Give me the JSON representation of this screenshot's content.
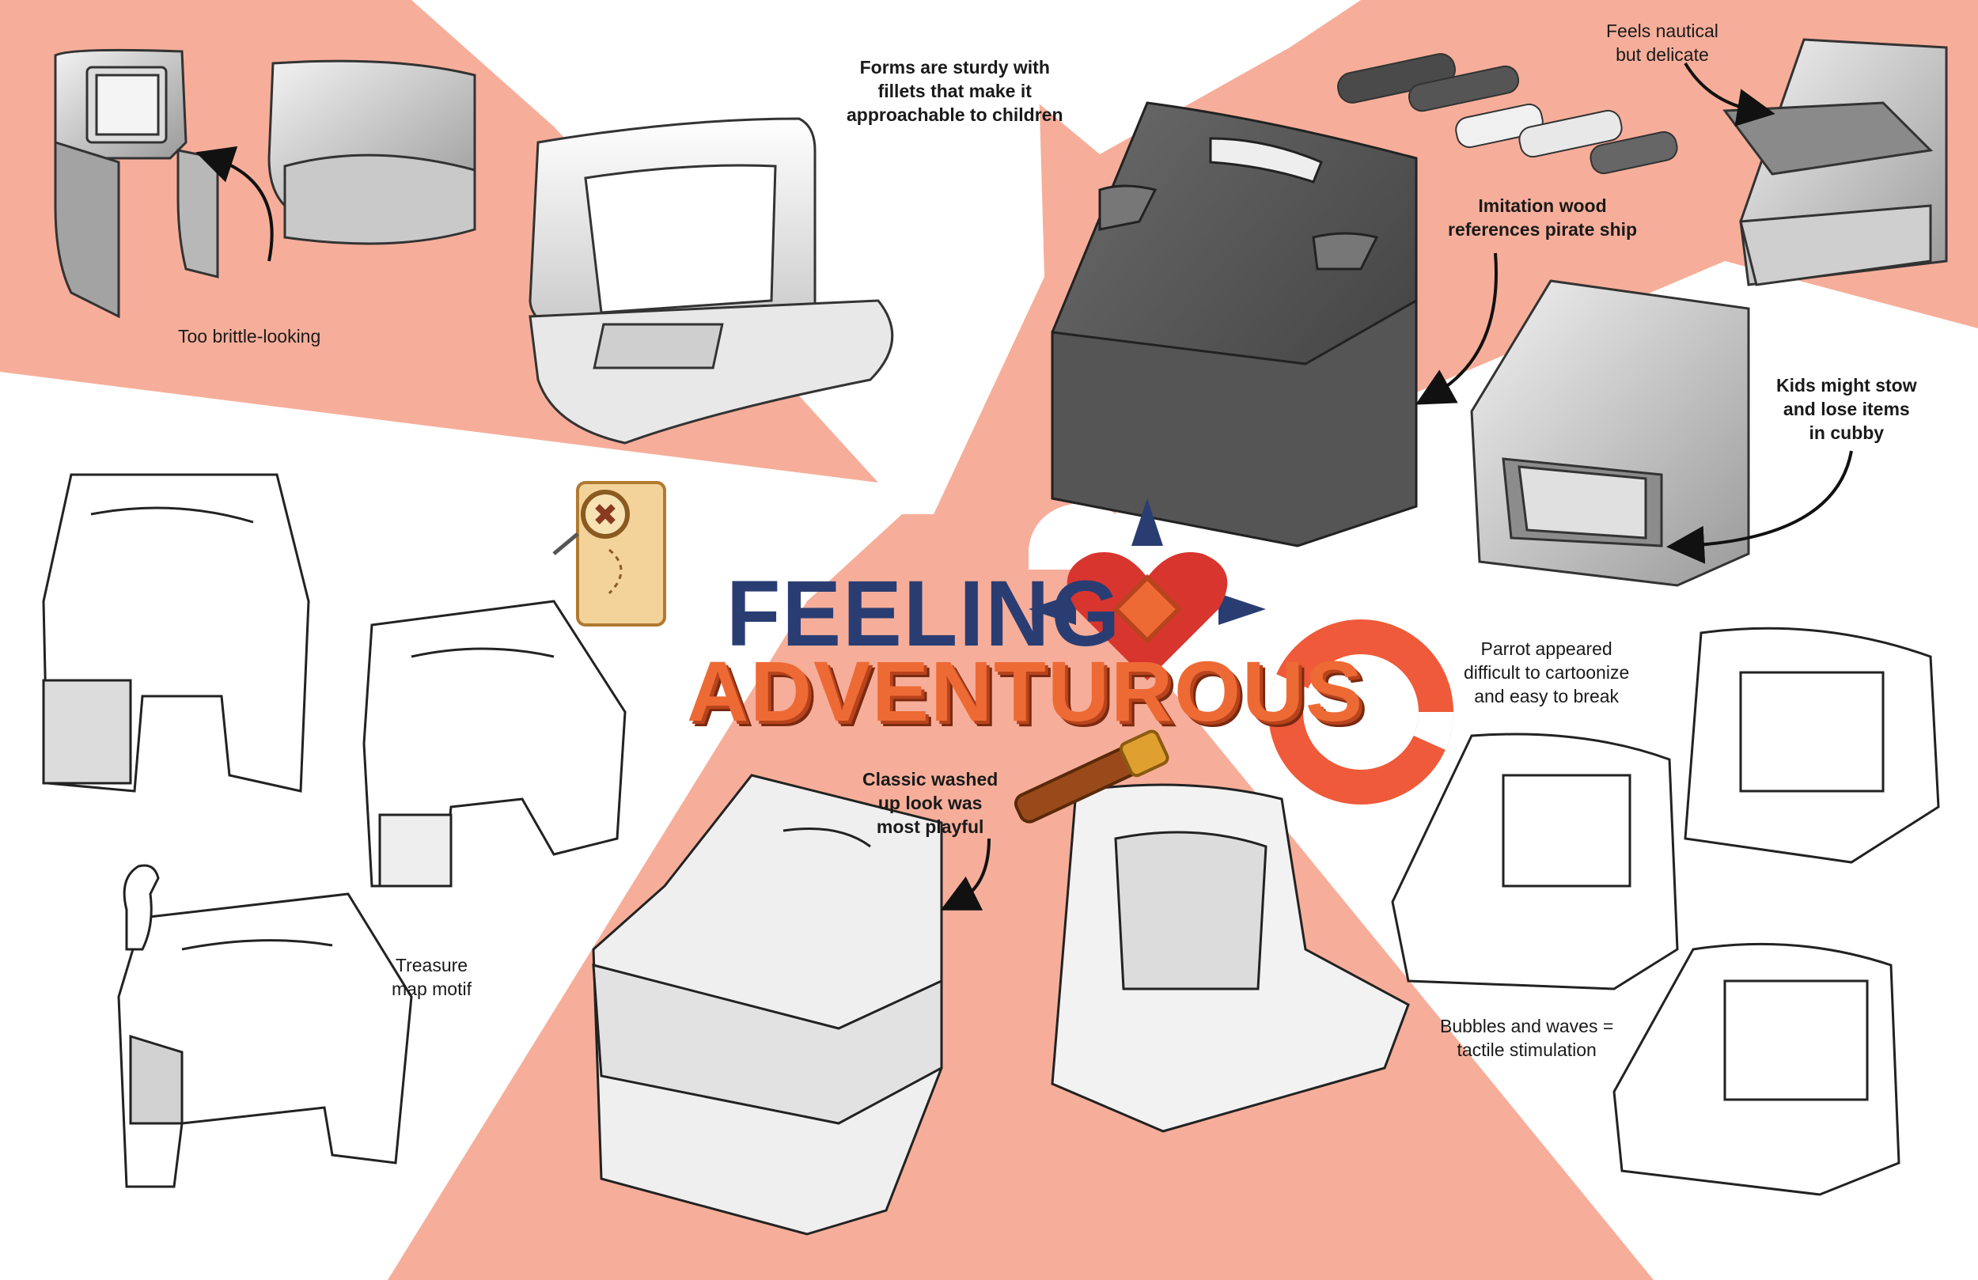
{
  "title": {
    "line1": "FEELING",
    "line2": "ADVENTUROUS"
  },
  "notes": {
    "brittle": "Too brittle-looking",
    "sturdy": "Forms are sturdy with\nfillets that make it\napproachable to children",
    "wood": "Imitation wood\nreferences pirate ship",
    "nautical": "Feels nautical\nbut delicate",
    "cubby": "Kids might stow\nand lose items\nin cubby",
    "parrot": "Parrot appeared\ndifficult to cartoonize\nand easy to break",
    "bubbles": "Bubbles and waves =\ntactile stimulation",
    "treasure": "Treasure\nmap motif",
    "washed": "Classic washed\nup look was\nmost playful"
  },
  "colors": {
    "salmon": "#f6ae9a",
    "navy": "#2a3d73",
    "orange": "#ee6a35",
    "heart": "#d8352f"
  },
  "icons": [
    "treasure-map-icon",
    "compass-heart-icon",
    "life-ring-icon",
    "telescope-icon",
    "parrot-icon"
  ]
}
